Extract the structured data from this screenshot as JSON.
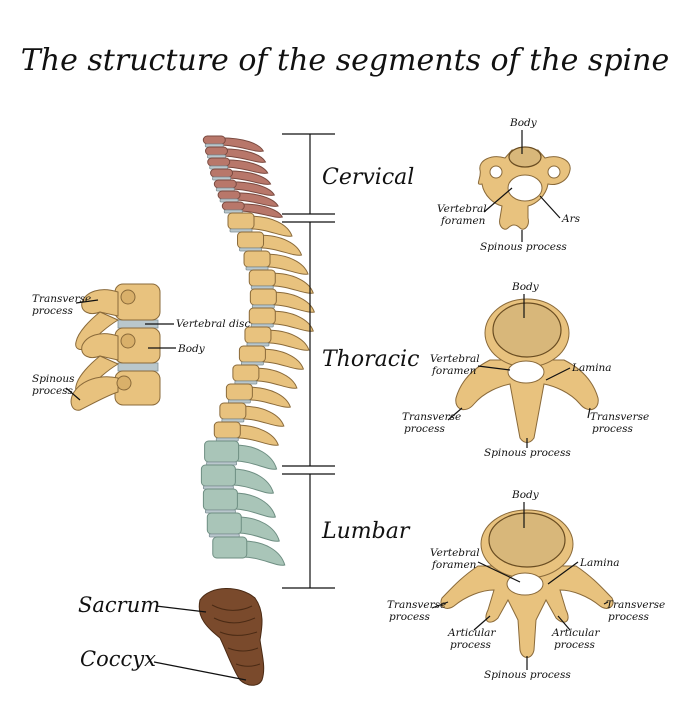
{
  "title": "The structure of the segments of the spine",
  "regions": {
    "cervical": "Cervical",
    "thoracic": "Thoracic",
    "lumbar": "Lumbar",
    "sacrum": "Sacrum",
    "coccyx": "Coccyx"
  },
  "side_detail": {
    "transverse_1": "Transverse",
    "transverse_2": "process",
    "vertebral_disc": "Vertebral disc",
    "body": "Body",
    "spinous_1": "Spinous",
    "spinous_2": "process"
  },
  "cervical_detail": {
    "body": "Body",
    "foramen_1": "Vertebral",
    "foramen_2": "foramen",
    "ars": "Ars",
    "spinous": "Spinous process"
  },
  "thoracic_detail": {
    "body": "Body",
    "foramen_1": "Vertebral",
    "foramen_2": "foramen",
    "lamina": "Lamina",
    "transverse_l1": "Transverse",
    "transverse_l2": "process",
    "transverse_r1": "Transverse",
    "transverse_r2": "process",
    "spinous": "Spinous process"
  },
  "lumbar_detail": {
    "body": "Body",
    "foramen_1": "Vertebral",
    "foramen_2": "foramen",
    "lamina": "Lamina",
    "transverse_l1": "Transverse",
    "transverse_l2": "process",
    "transverse_r1": "Transverse",
    "transverse_r2": "process",
    "articular_l1": "Articular",
    "articular_l2": "process",
    "articular_r1": "Articular",
    "articular_r2": "process",
    "spinous": "Spinous process"
  },
  "colors": {
    "cervical": "#b8776a",
    "thoracic": "#e8c27e",
    "lumbar": "#a9c5b8",
    "sacrum": "#7a4a2c",
    "disc": "#b9c7cc"
  }
}
